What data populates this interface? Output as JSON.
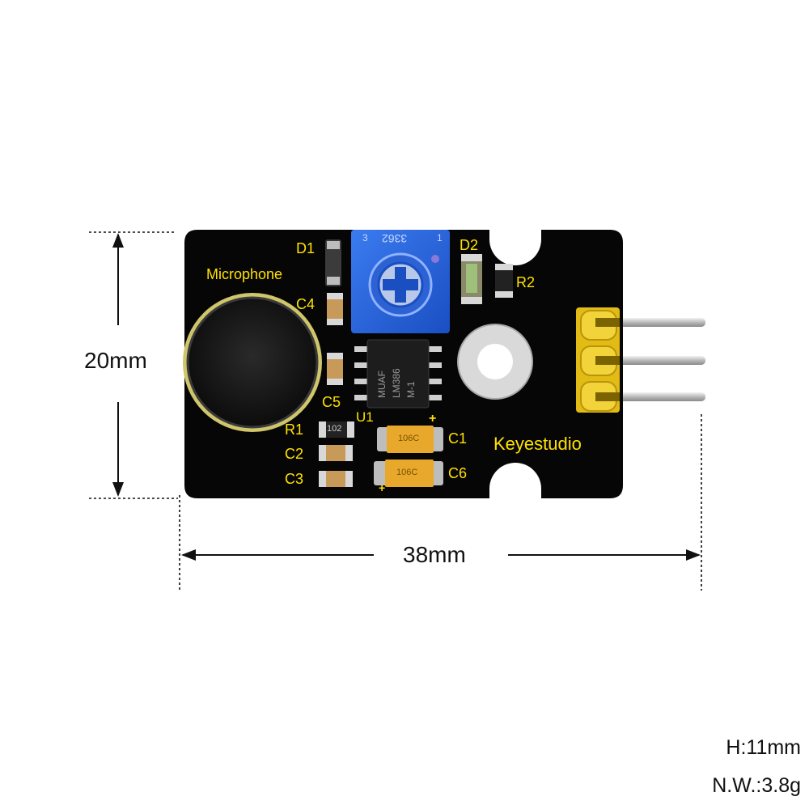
{
  "dimensions": {
    "height": "20mm",
    "width": "38mm"
  },
  "specs": {
    "height": "H:11mm",
    "net_weight": "N.W.:3.8g"
  },
  "board": {
    "brand": "Keyestudio",
    "microphone_label": "Microphone",
    "labels": {
      "d1": "D1",
      "d2": "D2",
      "r2": "R2",
      "c4": "C4",
      "c5": "C5",
      "u1": "U1",
      "r1": "R1",
      "c2": "C2",
      "c3": "C3",
      "c1": "C1",
      "c6": "C6",
      "plus1": "+",
      "plus2": "+"
    },
    "potentiometer_marking": "3362",
    "potentiometer_pin_left": "3",
    "potentiometer_pin_right": "1",
    "chip_marking_line1": "MUAF",
    "chip_marking_line2": "LM386",
    "chip_marking_line3": "M-1",
    "resistor_r1_marking": "102",
    "cap_c1_marking": "106C",
    "cap_c6_marking": "106C",
    "colors": {
      "pcb": "#060606",
      "silkscreen": "#ffe100",
      "potentiometer": "#1f5fd6",
      "header": "#e8c21a",
      "pins": "#c8c8c8"
    }
  }
}
